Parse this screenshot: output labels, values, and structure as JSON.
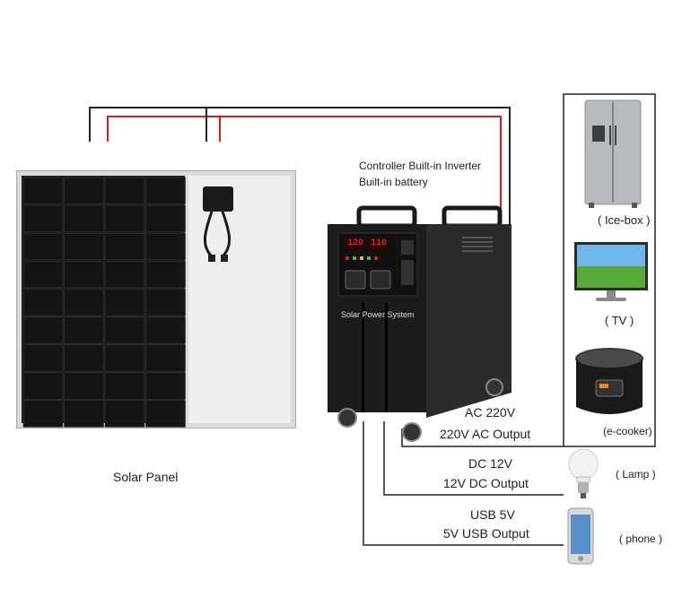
{
  "diagram": {
    "controller_line1": "Controller Built-in Inverter",
    "controller_line2": "Built-in battery",
    "unit_label": "Solar Power System",
    "display_left": "129",
    "display_right": "116",
    "solar_panel_label": "Solar Panel",
    "outputs": [
      {
        "type": "AC 220V",
        "desc": "220V AC Output"
      },
      {
        "type": "DC 12V",
        "desc": "12V DC Output"
      },
      {
        "type": "USB 5V",
        "desc": "5V USB Output"
      }
    ],
    "appliances": {
      "ice_box": "( Ice-box )",
      "tv": "( TV )",
      "e_cooker": "(e-cooker)",
      "lamp": "( Lamp )",
      "phone": "( phone )"
    }
  },
  "colors": {
    "wire_black": "#222222",
    "wire_red": "#e01a1a",
    "unit_body": "#1c1c1c",
    "panel_cell": "#151515"
  },
  "icons": [
    "solar-panel",
    "junction-box",
    "power-unit",
    "fridge-icon",
    "tv-icon",
    "rice-cooker-icon",
    "lamp-icon",
    "phone-icon"
  ]
}
